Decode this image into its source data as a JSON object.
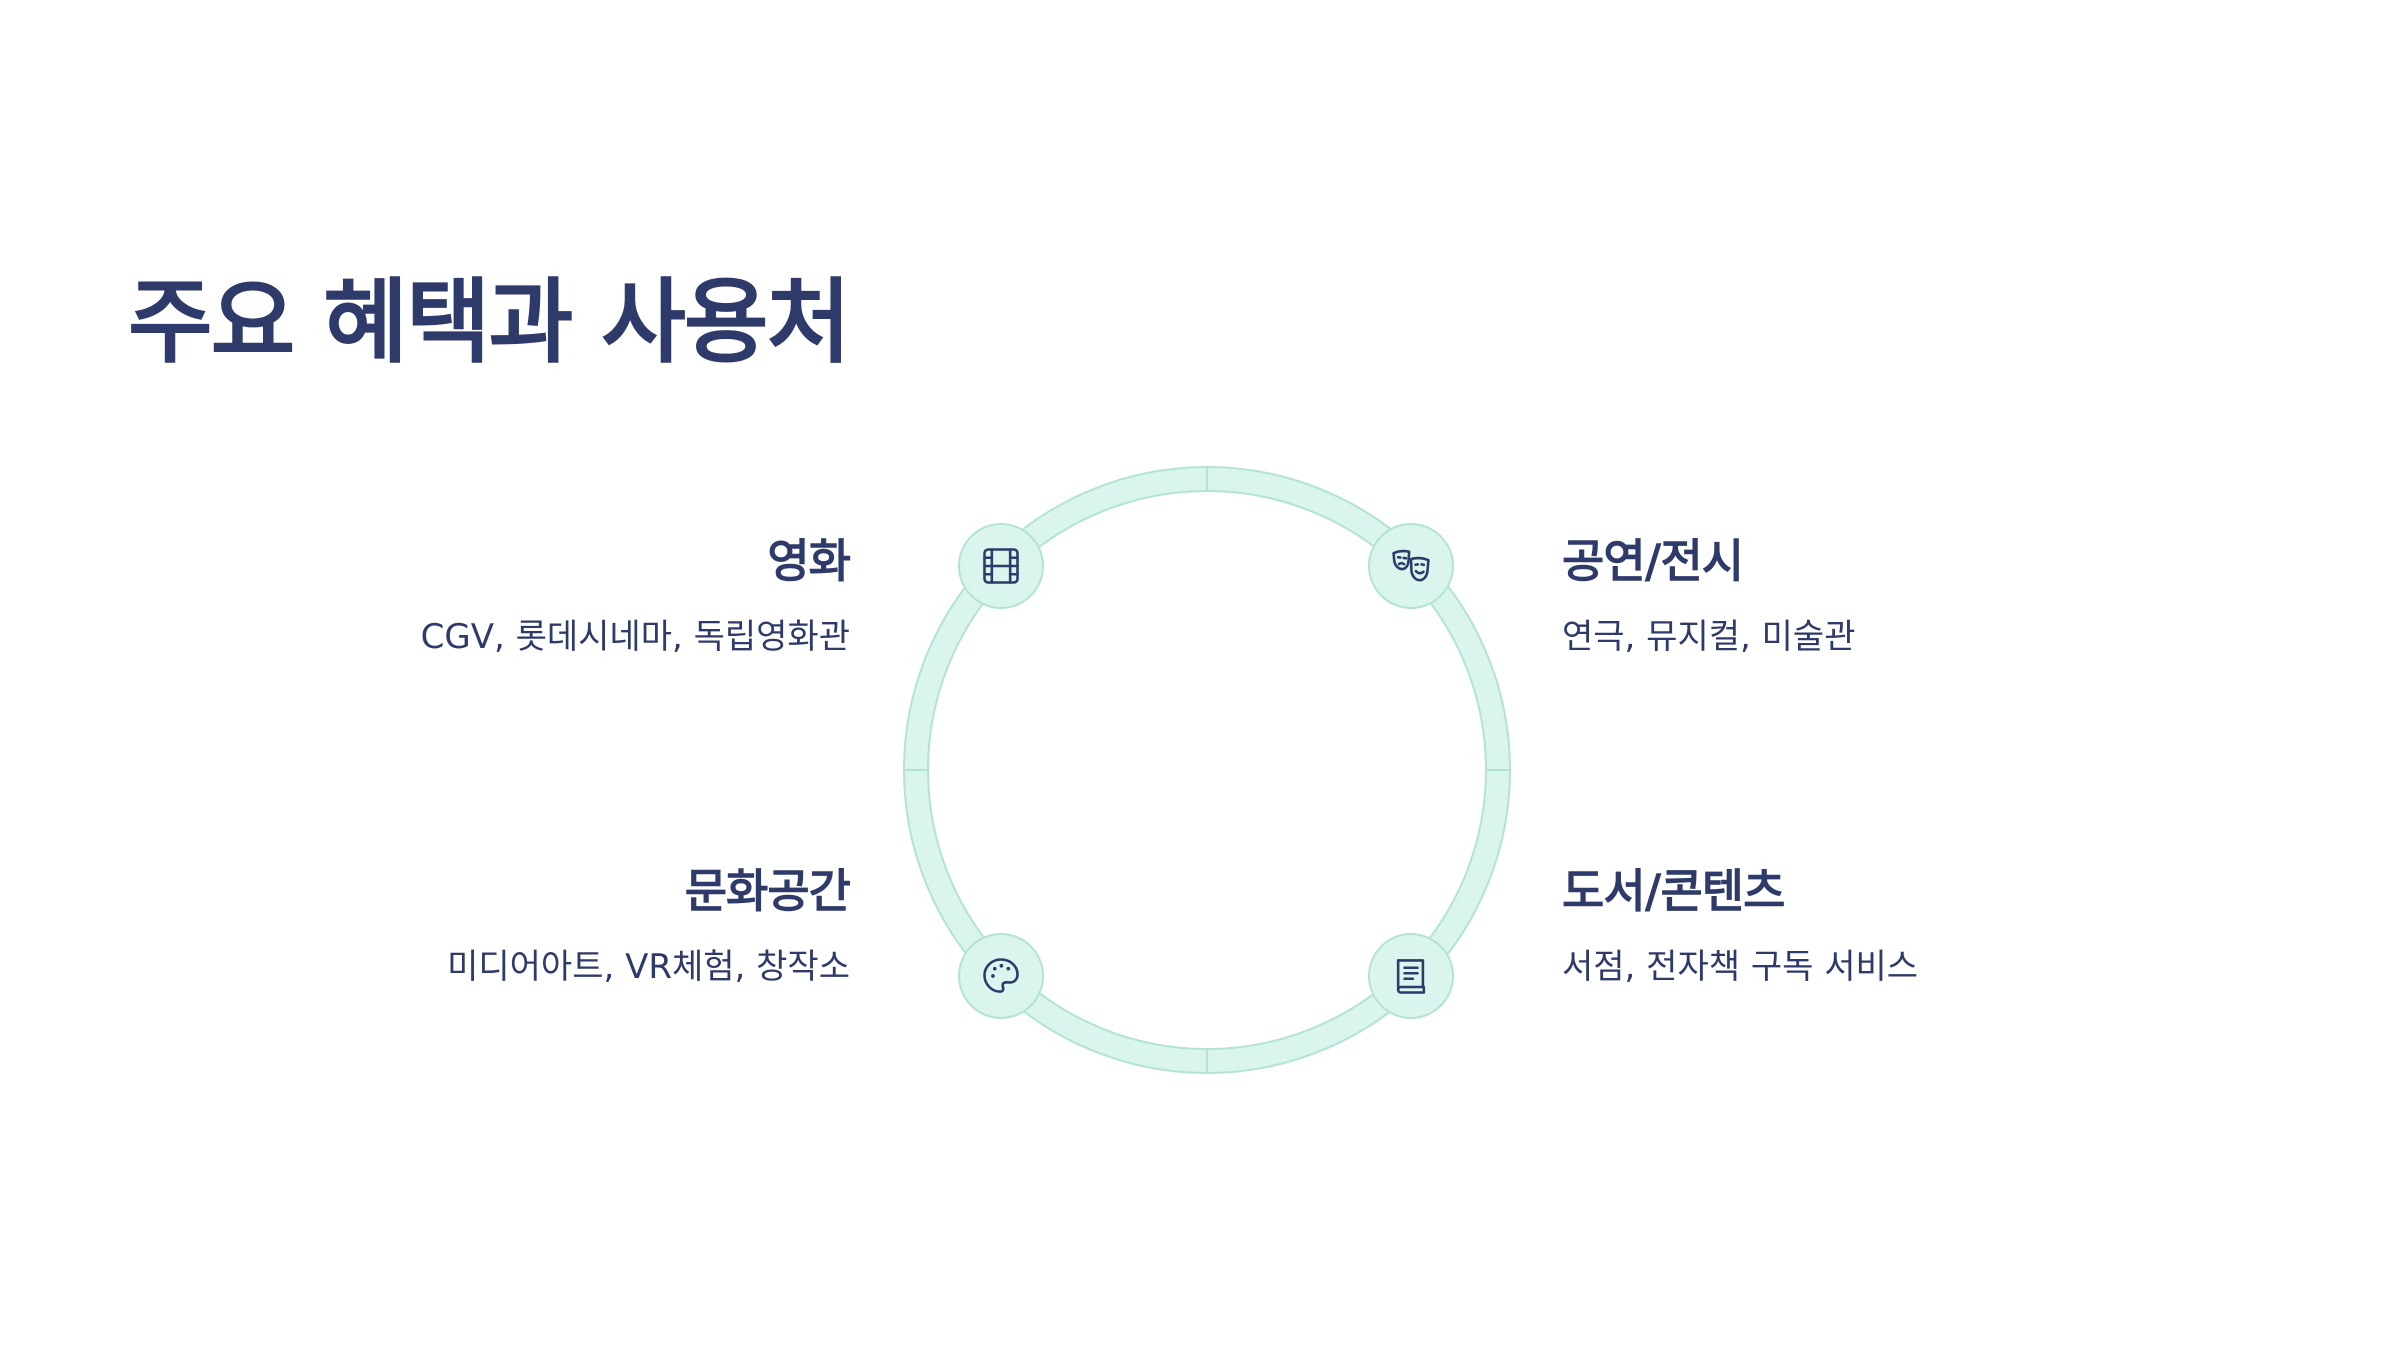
{
  "title": "주요 혜택과 사용처",
  "colors": {
    "text": "#2e3a6a",
    "ring_fill": "#d9f5ee",
    "ring_stroke": "#b3e3d5"
  },
  "items": [
    {
      "title": "영화",
      "desc": "CGV, 롯데시네마, 독립영화관",
      "icon": "film-icon"
    },
    {
      "title": "공연/전시",
      "desc": "연극, 뮤지컬, 미술관",
      "icon": "theater-masks-icon"
    },
    {
      "title": "문화공간",
      "desc": "미디어아트, VR체험, 창작소",
      "icon": "palette-icon"
    },
    {
      "title": "도서/콘텐츠",
      "desc": "서점, 전자책 구독 서비스",
      "icon": "book-icon"
    }
  ]
}
